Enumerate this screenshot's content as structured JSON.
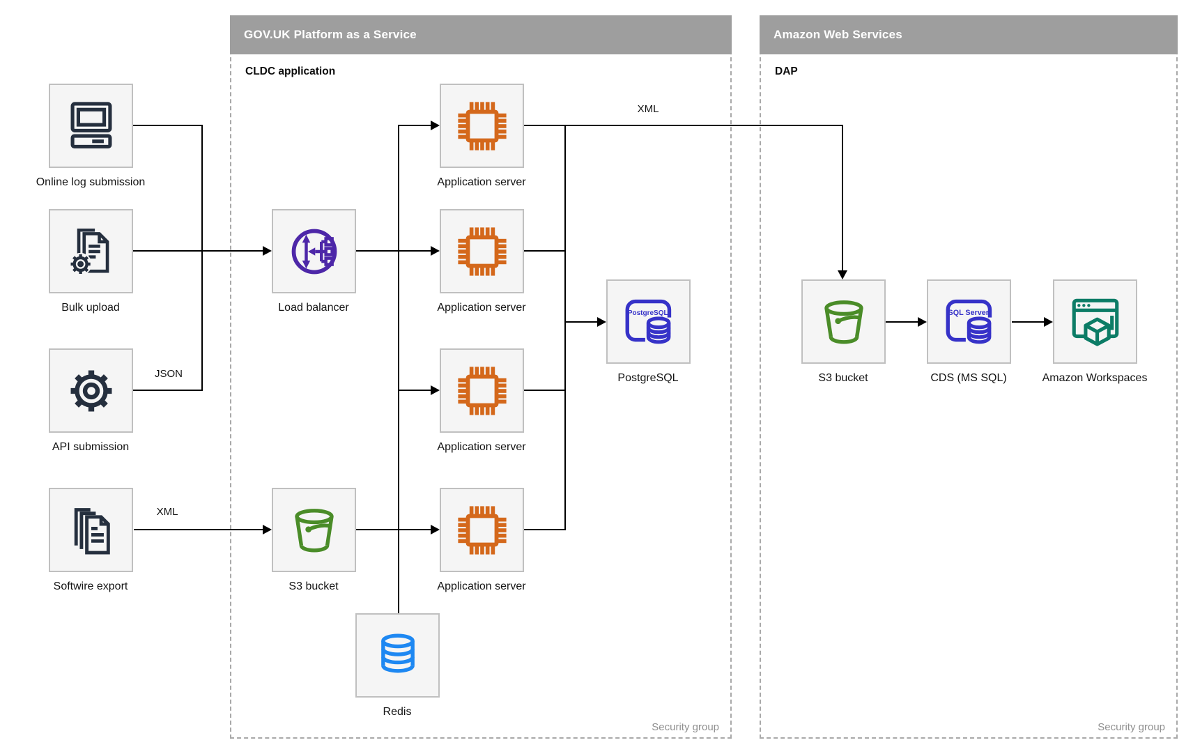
{
  "sources": {
    "items": [
      {
        "label": "Online log submission",
        "icon": "desktop-computer-icon"
      },
      {
        "label": "Bulk upload",
        "icon": "document-gear-icon"
      },
      {
        "label": "API submission",
        "icon": "gear-icon"
      },
      {
        "label": "Softwire export",
        "icon": "document-stack-icon"
      }
    ]
  },
  "paas": {
    "title": "GOV.UK Platform as a Service",
    "section_label": "CLDC application",
    "security_label": "Security group",
    "nodes": {
      "load_balancer": {
        "label": "Load balancer"
      },
      "app_server": {
        "label": "Application server",
        "count": 4
      },
      "postgresql": {
        "label": "PostgreSQL",
        "icon_text": "PostgreSQL"
      },
      "s3_bucket": {
        "label": "S3 bucket"
      },
      "redis": {
        "label": "Redis"
      }
    }
  },
  "aws": {
    "title": "Amazon Web Services",
    "section_label": "DAP",
    "security_label": "Security group",
    "nodes": {
      "s3_bucket": {
        "label": "S3 bucket"
      },
      "cds": {
        "label": "CDS (MS SQL)",
        "icon_text": "SQL Server"
      },
      "workspaces": {
        "label": "Amazon Workspaces"
      }
    }
  },
  "edge_labels": {
    "json": "JSON",
    "xml_export": "XML",
    "xml_app": "XML"
  },
  "colors": {
    "header_bg": "#9e9e9e",
    "node_bg": "#f5f5f5",
    "node_border": "#c0c0c0",
    "line": "#000000",
    "navy": "#252f3e",
    "purple": "#4d27a8",
    "orange": "#d4681b",
    "green": "#4a8c28",
    "indigo": "#3632c8",
    "blue": "#1e88f2",
    "teal": "#0c7c66",
    "muted_text": "#8f8f8f"
  }
}
